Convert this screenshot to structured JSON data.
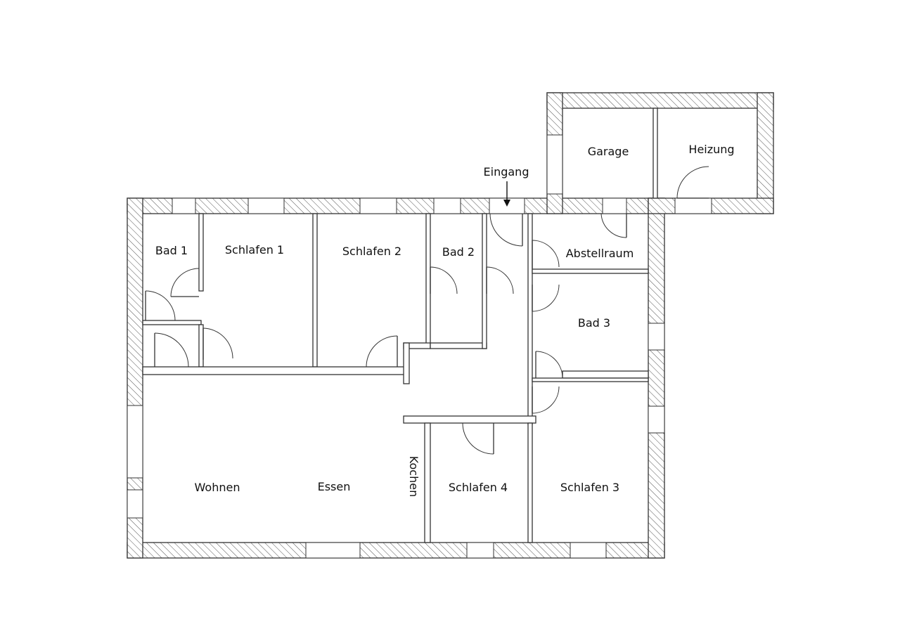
{
  "plan": {
    "entrance_label": "Eingang",
    "rooms": [
      {
        "id": "bad-1",
        "label": "Bad 1"
      },
      {
        "id": "schlafen-1",
        "label": "Schlafen 1"
      },
      {
        "id": "schlafen-2",
        "label": "Schlafen 2"
      },
      {
        "id": "bad-2",
        "label": "Bad 2"
      },
      {
        "id": "abstellraum",
        "label": "Abstellraum"
      },
      {
        "id": "bad-3",
        "label": "Bad 3"
      },
      {
        "id": "garage",
        "label": "Garage"
      },
      {
        "id": "heizung",
        "label": "Heizung"
      },
      {
        "id": "wohnen",
        "label": "Wohnen"
      },
      {
        "id": "essen",
        "label": "Essen"
      },
      {
        "id": "kochen",
        "label": "Kochen"
      },
      {
        "id": "schlafen-4",
        "label": "Schlafen 4"
      },
      {
        "id": "schlafen-3",
        "label": "Schlafen 3"
      }
    ]
  }
}
